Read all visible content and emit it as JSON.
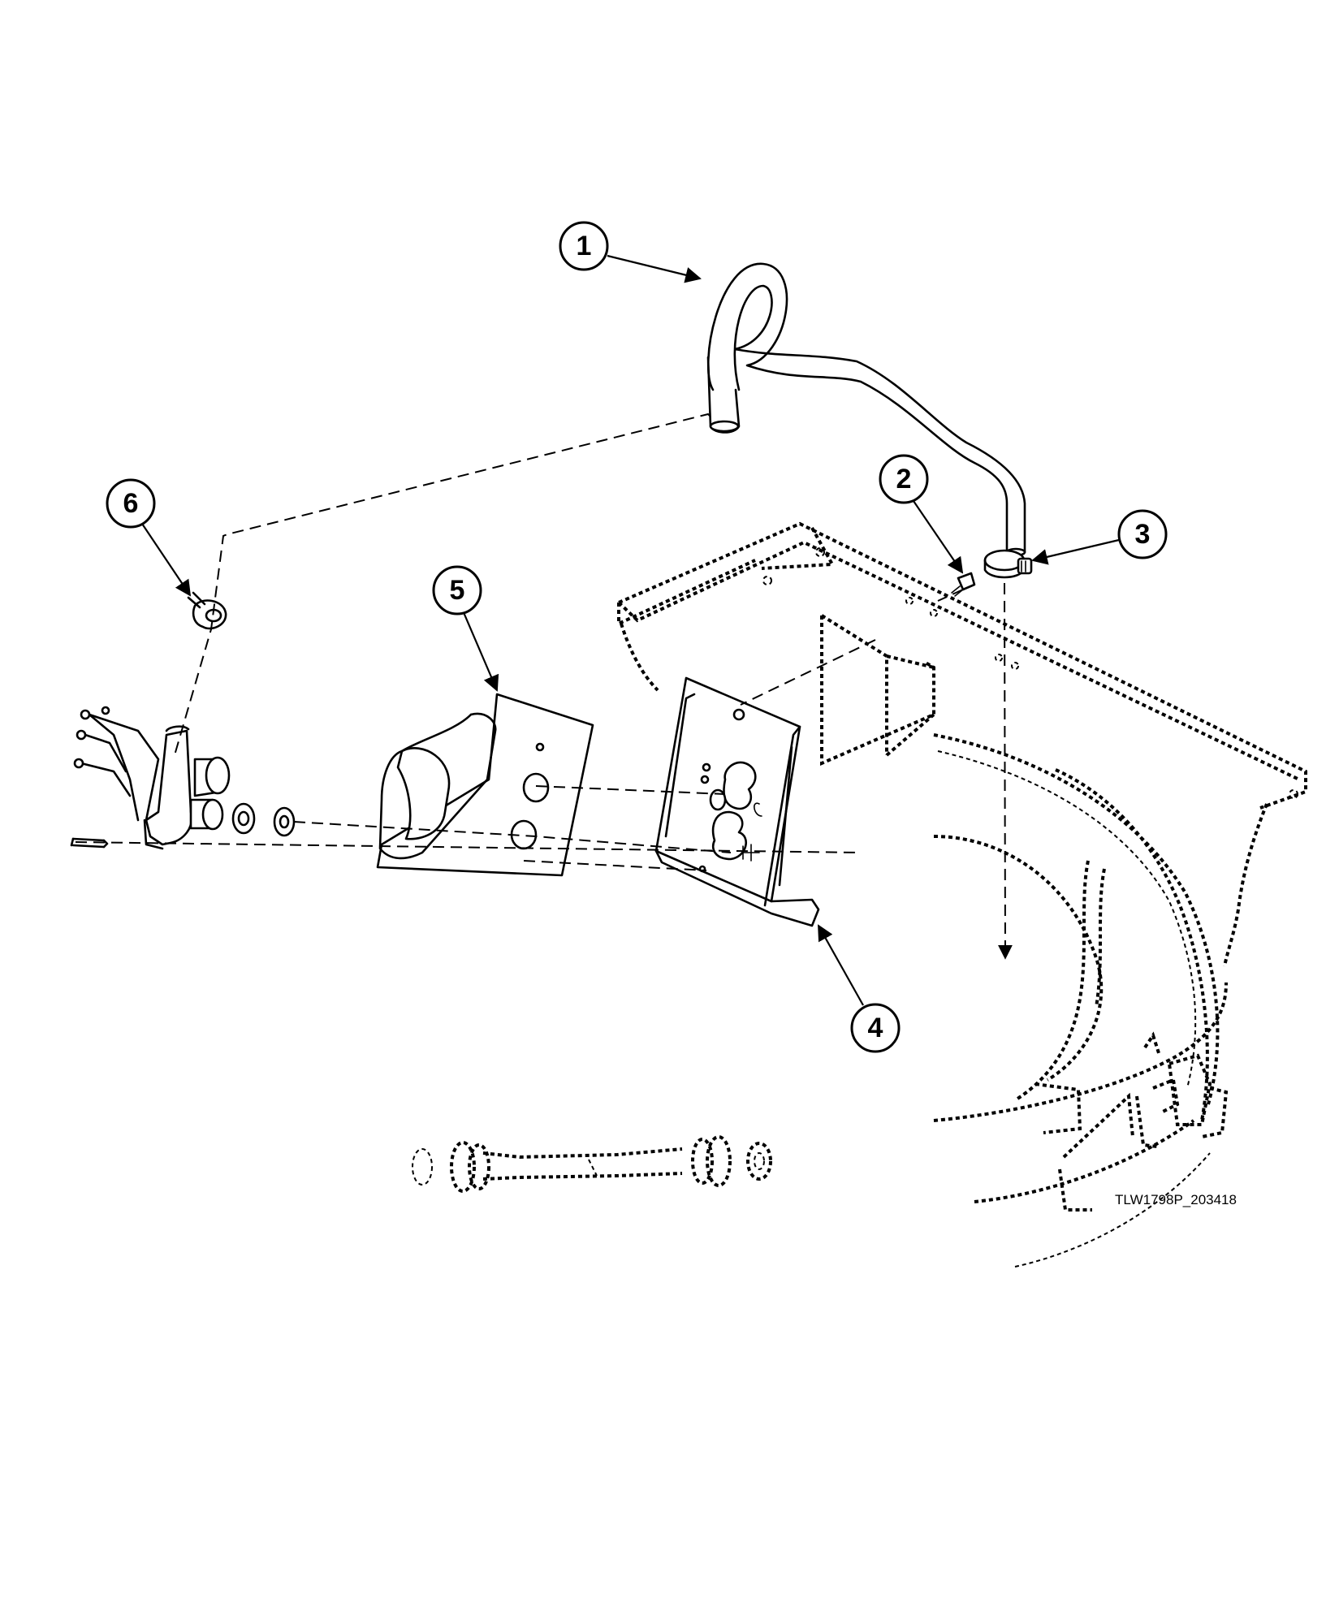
{
  "callouts": [
    {
      "label": "1"
    },
    {
      "label": "2"
    },
    {
      "label": "3"
    },
    {
      "label": "4"
    },
    {
      "label": "5"
    },
    {
      "label": "6"
    }
  ],
  "figure_id": "TLW1798P_203418"
}
